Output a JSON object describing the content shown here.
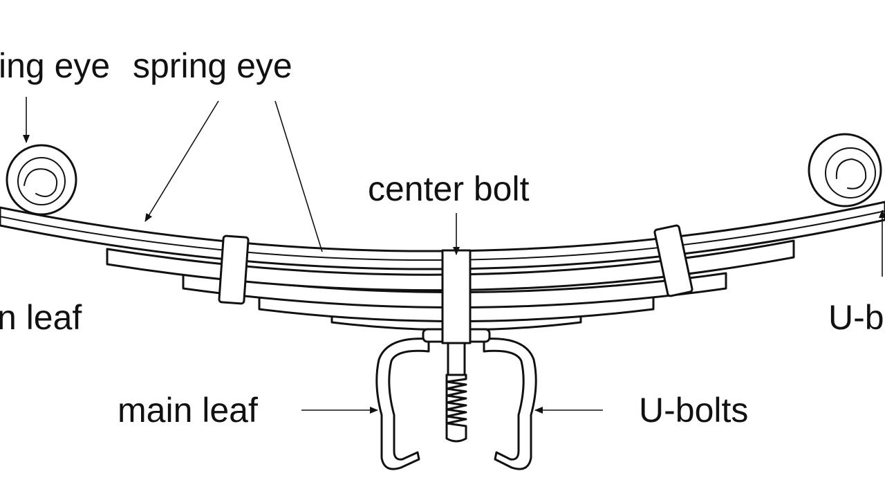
{
  "labels": {
    "spring_eye_left_partial": "ing eye",
    "spring_eye": "spring eye",
    "center_bolt": "center bolt",
    "main_leaf_left_partial": "n leaf",
    "u_bolts_right_partial": "U-b",
    "main_leaf": "main leaf",
    "u_bolts": "U-bolts"
  },
  "colors": {
    "line": "#111111",
    "background": "#ffffff"
  }
}
